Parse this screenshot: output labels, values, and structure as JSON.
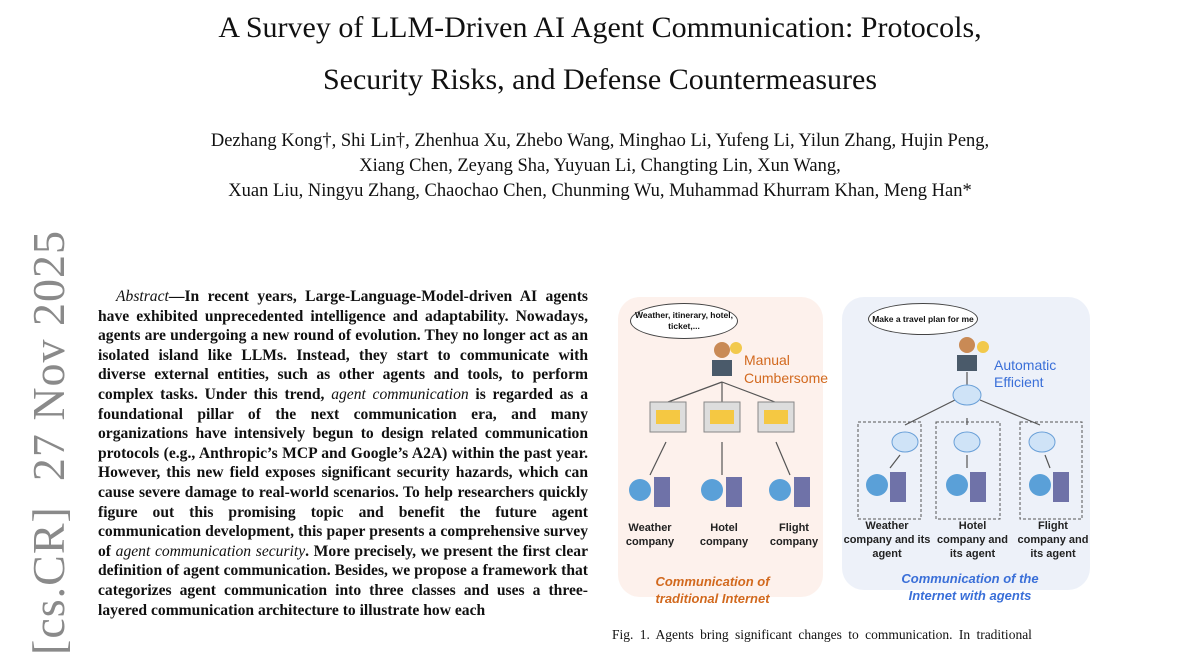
{
  "title": {
    "line1": "A Survey of LLM-Driven AI Agent Communication: Protocols,",
    "line2": "Security Risks, and Defense Countermeasures"
  },
  "authors": {
    "line1": "Dezhang Kong†, Shi Lin†, Zhenhua Xu, Zhebo Wang, Minghao Li, Yufeng Li, Yilun Zhang, Hujin Peng,",
    "line2": "Xiang Chen, Zeyang Sha, Yuyuan Li, Changting Lin, Xun Wang,",
    "line3": "Xuan Liu, Ningyu Zhang, Chaochao Chen, Chunming Wu, Muhammad Khurram Khan, Meng Han*"
  },
  "watermark": "[cs.CR]  27 Nov 2025",
  "abstract": {
    "label": "Abstract",
    "p1": "—In recent years, Large-Language-Model-driven AI agents have exhibited unprecedented intelligence and adaptability. Nowadays, agents are undergoing a new round of evolution. They no longer act as an isolated island like LLMs. Instead, they start to communicate with diverse external entities, such as other agents and tools, to perform complex tasks. Under this trend, ",
    "em1": "agent communication",
    "p2": " is regarded as a foundational pillar of the next communication era, and many organizations have intensively begun to design related communication protocols (e.g., Anthropic’s MCP and Google’s A2A) within the past year. However, this new field exposes significant security hazards, which can cause severe damage to real-world scenarios. To help researchers quickly figure out this promising topic and benefit the future agent communication development, this paper presents a comprehensive survey of ",
    "em2": "agent communication security",
    "p3": ". More precisely, we present the first clear definition of agent communication. Besides, we propose a framework that categorizes agent communication into three classes and uses a three-layered communication architecture to illustrate how each"
  },
  "figure": {
    "left": {
      "thought": "Weather, itinerary, hotel, ticket,...",
      "tag1": "Manual",
      "tag2": "Cumbersome",
      "companies": [
        "Weather company",
        "Hotel company",
        "Flight company"
      ],
      "caption": "Communication of traditional Internet",
      "color": "#d2691e"
    },
    "right": {
      "thought": "Make a travel plan for me",
      "tag1": "Automatic",
      "tag2": "Efficient",
      "companies": [
        "Weather company and its agent",
        "Hotel company and its agent",
        "Flight company and its agent"
      ],
      "caption": "Communication of the Internet with agents",
      "color": "#3a6fd8"
    },
    "caption": "Fig. 1.   Agents bring significant changes to communication. In traditional"
  }
}
